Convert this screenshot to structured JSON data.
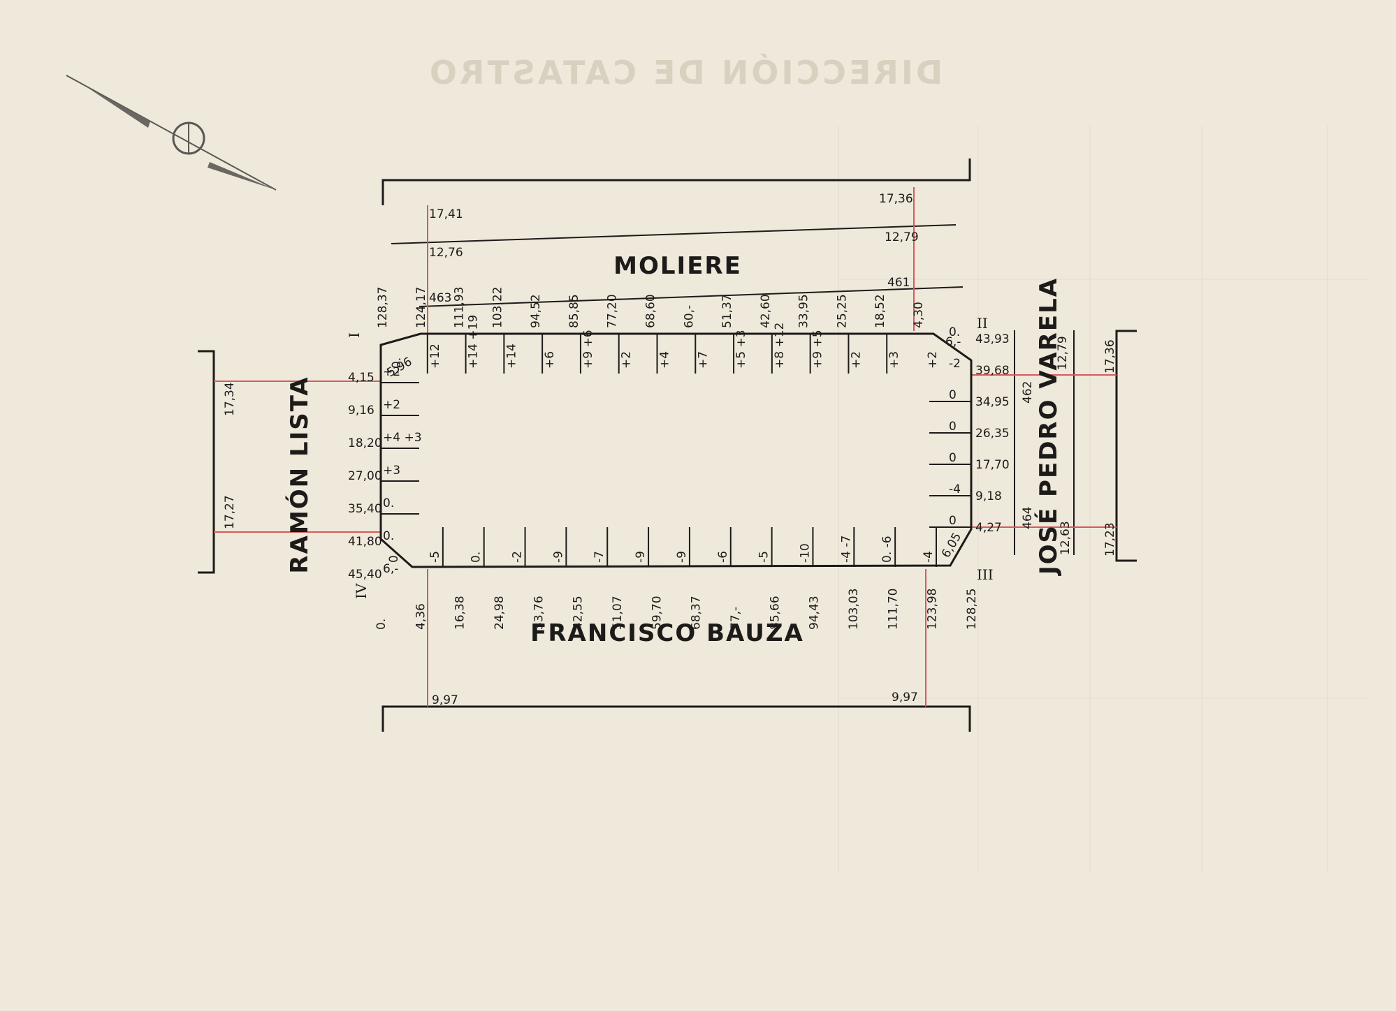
{
  "streets": {
    "north": "MOLIERE",
    "south": "FRANCISCO  BAUZA",
    "west": "RAMÓN  LISTA",
    "east": "JOSÉ  PEDRO VARELA"
  },
  "corners": {
    "c1": "I",
    "c2": "II",
    "c3": "III",
    "c4": "IV"
  },
  "north_side": {
    "left_levels": [
      "17,41",
      "12,76",
      "463"
    ],
    "right_levels": [
      "17,36",
      "12,79",
      "461"
    ],
    "distances": [
      "128,37",
      "124,17",
      "111,93",
      "103,22",
      "94,52",
      "85,85",
      "77,20",
      "68,60",
      "60,-",
      "51,37",
      "42,60",
      "33,95",
      "25,25",
      "18,52",
      "4,30"
    ],
    "offsets": [
      "0.",
      "+12",
      "+14 +19",
      "+14",
      "+6",
      "+9 +6",
      "+2",
      "+4",
      "+7",
      "+5 +3",
      "+8 +12",
      "+9 +5",
      "+2",
      "+3",
      "+2"
    ],
    "chamfer_left": "5,96",
    "chamfer_right": "6,-"
  },
  "west_side": {
    "distances": [
      "4,15",
      "9,16",
      "18,20",
      "27,00",
      "35,40",
      "41,80",
      "45,40"
    ],
    "offsets": [
      "+2",
      "+2",
      "+4 +3",
      "+3",
      "0.",
      "0.",
      "6,-"
    ],
    "levels": [
      "17,34",
      "17,27"
    ]
  },
  "east_side": {
    "distances": [
      "43,93",
      "39,68",
      "34,95",
      "26,35",
      "17,70",
      "9,18",
      "4,27"
    ],
    "offsets": [
      "0.",
      "-2",
      "0",
      "0",
      "0",
      "-4",
      "0"
    ],
    "levels_inner": [
      "462",
      "464"
    ],
    "levels_mid": [
      "12,79",
      "12,63"
    ],
    "levels_outer": [
      "17,36",
      "17,23"
    ]
  },
  "south_side": {
    "distances": [
      "0.",
      "4,36",
      "16,38",
      "24,98",
      "33,76",
      "42,55",
      "51,07",
      "59,70",
      "68,37",
      "77,-",
      "85,66",
      "94,43",
      "103,03",
      "111,70",
      "123,98",
      "128,25"
    ],
    "offsets": [
      "0.",
      "-5",
      "0.",
      "-2",
      "-9",
      "-7",
      "-9",
      "-9",
      "-6",
      "-5",
      "-10",
      "-4 -7",
      "0. -6",
      "-4"
    ],
    "chamfer_right": "6,05",
    "levels": [
      "9,97",
      "9,97"
    ]
  },
  "watermark": "DIRECCIÓN DE CATASTRO",
  "colors": {
    "paper": "#efe9dc",
    "ink": "#1d1b19",
    "red_line": "#d45b5b"
  }
}
